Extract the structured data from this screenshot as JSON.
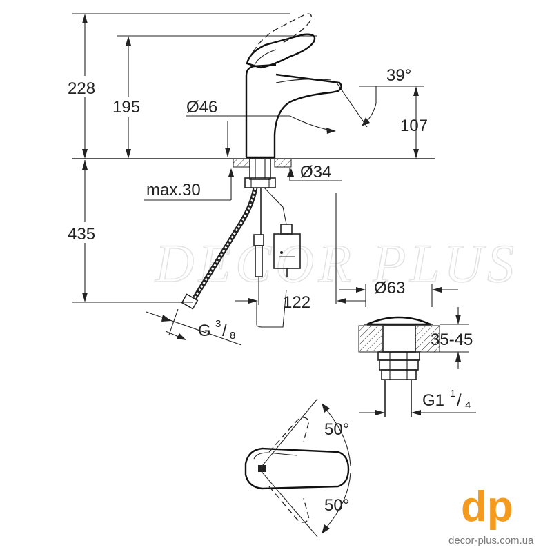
{
  "dimensions": {
    "total_height": "228",
    "lever_height": "195",
    "body_diameter": "Ø46",
    "lever_angle": "39°",
    "spout_height": "107",
    "base_diameter": "Ø34",
    "max_thickness": "max.30",
    "below_deck": "435",
    "hose_offset": "122",
    "waste_diameter": "Ø63",
    "waste_range": "35-45",
    "hose_thread": "G",
    "hose_thread_num": "3",
    "hose_thread_den": "8",
    "waste_thread": "G1",
    "waste_thread_num": "1",
    "waste_thread_den": "4",
    "rotation_top": "50°",
    "rotation_bottom": "50°"
  },
  "watermark": "DECOR PLUS",
  "brand": {
    "logo": "dp",
    "site": "decor-plus.com.ua",
    "accent": "#f39a1f"
  }
}
